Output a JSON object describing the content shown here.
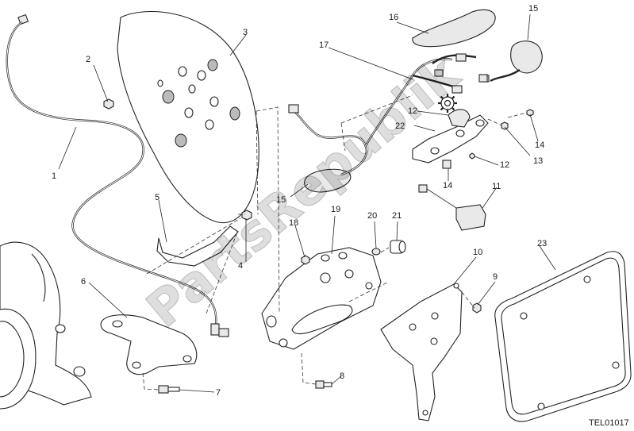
{
  "diagram": {
    "drawing_code": "TEL01017",
    "watermark": "PartsRepublik",
    "callouts": [
      "1",
      "2",
      "3",
      "4",
      "5",
      "6",
      "7",
      "8",
      "9",
      "10",
      "11",
      "12",
      "12",
      "13",
      "14",
      "14",
      "15",
      "15",
      "16",
      "17",
      "18",
      "19",
      "20",
      "21",
      "22",
      "23"
    ]
  }
}
